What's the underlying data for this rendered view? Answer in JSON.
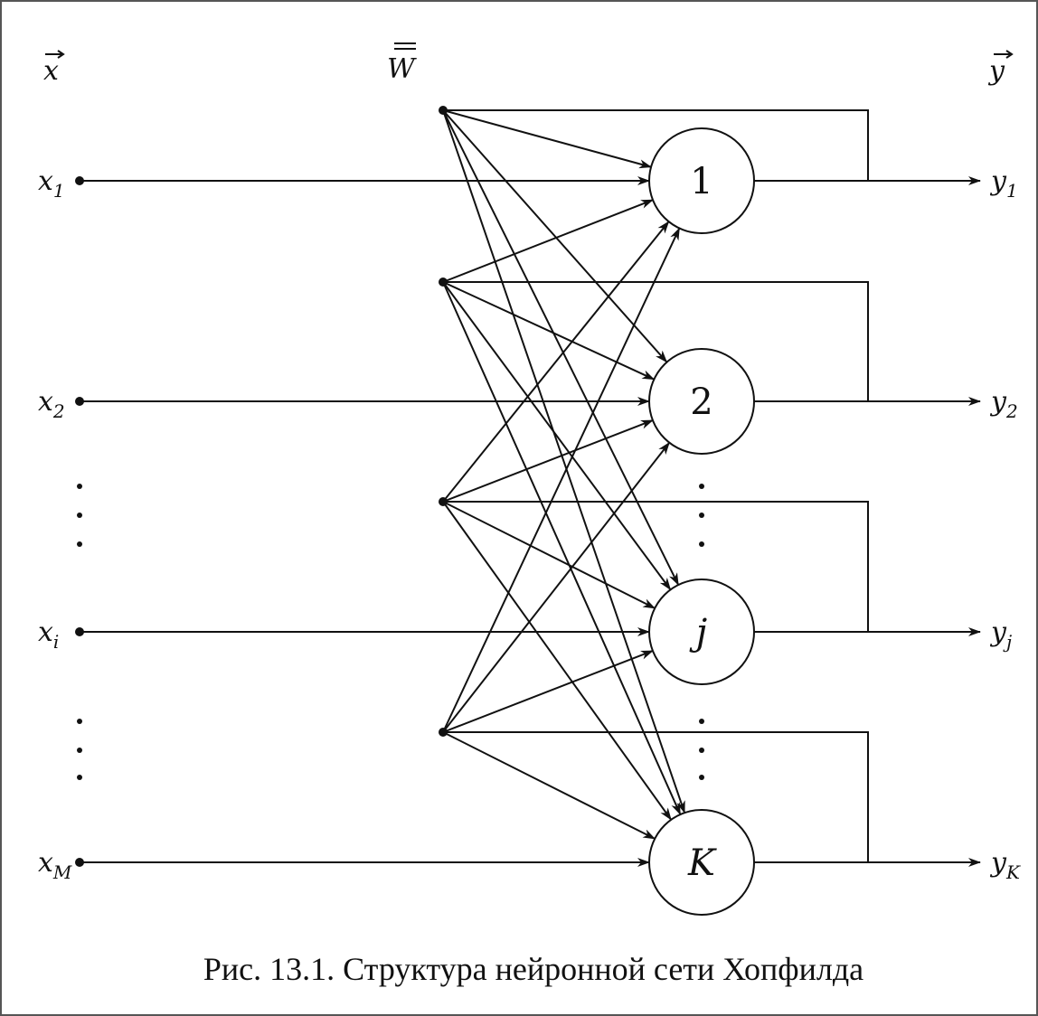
{
  "header": {
    "x_vector": "x",
    "w_matrix": "W",
    "y_vector": "y"
  },
  "inputs": [
    {
      "base": "x",
      "sub": "1"
    },
    {
      "base": "x",
      "sub": "2"
    },
    {
      "base": "x",
      "sub": "i"
    },
    {
      "base": "x",
      "sub": "M"
    }
  ],
  "neurons": [
    {
      "label": "1",
      "italic": false
    },
    {
      "label": "2",
      "italic": false
    },
    {
      "label": "j",
      "italic": true
    },
    {
      "label": "K",
      "italic": true
    }
  ],
  "outputs": [
    {
      "base": "y",
      "sub": "1"
    },
    {
      "base": "y",
      "sub": "2"
    },
    {
      "base": "y",
      "sub": "j"
    },
    {
      "base": "y",
      "sub": "K"
    }
  ],
  "caption": "Рис. 13.1. Структура нейронной сети Хопфилда",
  "colors": {
    "line": "#111111",
    "frame": "#555555"
  }
}
